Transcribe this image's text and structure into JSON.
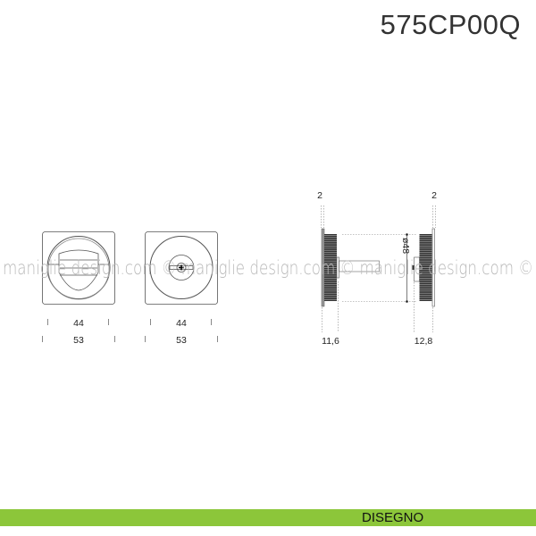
{
  "title": "575CP00Q",
  "watermark": "maniglie design.com © maniglie design.com © maniglie design.com ©",
  "front_views": [
    {
      "name": "privacy-turn",
      "dim_inner": "44",
      "dim_outer": "53"
    },
    {
      "name": "release",
      "dim_inner": "44",
      "dim_outer": "53"
    }
  ],
  "side_view": {
    "plate_left": "2",
    "plate_right": "2",
    "depth_left": "11,6",
    "depth_right": "12,8",
    "diameter": "ø48"
  },
  "footer": {
    "label": "DISEGNO",
    "color": "#8cc63a"
  }
}
